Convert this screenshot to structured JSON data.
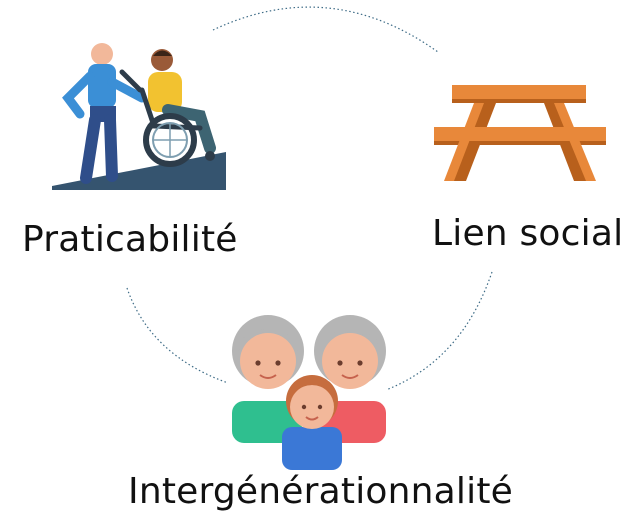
{
  "labels": {
    "accessibility": "Praticabilité",
    "social": "Lien social",
    "generations": "Intergénérationnalité"
  },
  "icons": {
    "accessibility": "wheelchair-assist-ramp-icon",
    "social": "picnic-table-icon",
    "generations": "family-generations-icon"
  },
  "colors": {
    "ring": "#3d6b86",
    "ramp": "#35546f",
    "helper_shirt": "#3b8fd6",
    "rider_shirt": "#f2c230",
    "wood": "#e8883a",
    "wood_dark": "#b8601c",
    "hair": "#b5b5b5",
    "skin": "#f2b89a",
    "green_shirt": "#2fbf8f",
    "red_shirt": "#ee5c63",
    "blue_shirt": "#3b78d6"
  }
}
